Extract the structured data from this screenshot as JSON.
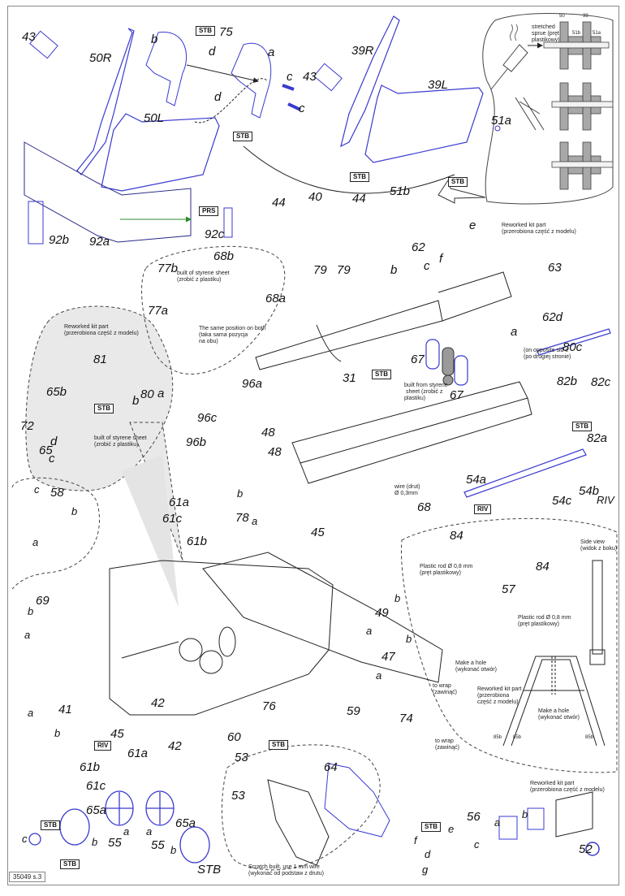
{
  "document": {
    "page_id": "35049 s.3",
    "colors": {
      "part_blue": "#3a3ad0",
      "line": "#222222",
      "shade": "#e9e9e9",
      "green_arrow": "#2a8a2a",
      "grey_part": "#9a9a9a"
    }
  },
  "tags": {
    "stb": "STB",
    "riv": "RIV",
    "prs": "PRS"
  },
  "labels": {
    "p43a": "43",
    "p50R": "50R",
    "p50L": "50L",
    "p75": "75",
    "pb1": "b",
    "pd1": "d",
    "pd2": "d",
    "pa1": "a",
    "pc1": "c",
    "pc2": "c",
    "p92a": "92a",
    "p92b": "92b",
    "p92c": "92c",
    "p39R": "39R",
    "p39L": "39L",
    "p43b": "43",
    "p44a": "44",
    "p44b": "44",
    "p40": "40",
    "p51a": "51a",
    "p51b": "51b",
    "p68b": "68b",
    "p68a": "68a",
    "p77b": "77b",
    "p77a": "77a",
    "p79a": "79",
    "p79b": "79",
    "p62": "62",
    "p62b": "b",
    "p62c": "c",
    "p62f": "f",
    "p62e": "e",
    "p63": "63",
    "p62d": "62d",
    "p62a": "a",
    "p81": "81",
    "p80": "80",
    "p80a": "a",
    "p80b": "b",
    "p65b": "65b",
    "p72": "72",
    "p65": "65",
    "p65d": "d",
    "p65c": "c",
    "p96a": "96a",
    "p96c": "96c",
    "p96b": "96b",
    "p48a": "48",
    "p48b": "48",
    "p31": "31",
    "p67a": "67",
    "p67b": "67",
    "p80c": "80c",
    "p82b": "82b",
    "p82c": "82c",
    "p82a": "82a",
    "p54a": "54a",
    "p54b": "54b",
    "p54c": "54c",
    "p68": "68",
    "p58": "58",
    "p58c": "c",
    "p58b": "b",
    "p58a": "a",
    "p69": "69",
    "p69b": "b",
    "p69a": "a",
    "p61a": "61a",
    "p61c": "61c",
    "p61b": "61b",
    "p78": "78",
    "p78b": "b",
    "p78a": "a",
    "p45a": "45",
    "p84a": "84",
    "p84b": "84",
    "p57": "57",
    "p49": "49",
    "p49a": "a",
    "p49b": "b",
    "p47": "47",
    "p47a": "a",
    "p47b": "b",
    "p41": "41",
    "p41a": "a",
    "p41b": "b",
    "p42a": "42",
    "p42b": "42",
    "p45b": "45",
    "p61a2": "61a",
    "p61b2": "61b",
    "p61c2": "61c",
    "p76": "76",
    "p60": "60",
    "p59": "59",
    "p74": "74",
    "p65a1": "65a",
    "p65a2": "65a",
    "p55a": "55",
    "p55b": "55",
    "p55a_a": "a",
    "p55a_b": "b",
    "p55b_a": "a",
    "p55b_b": "b",
    "p55c": "c",
    "p53a": "53",
    "p53b": "53",
    "p64": "64",
    "p56": "56",
    "p56a": "a",
    "p56b": "b",
    "p56c": "c",
    "p56d": "d",
    "p56e": "e",
    "p56f": "f",
    "p56g": "g",
    "p52": "52",
    "stb_italic": "STB"
  },
  "notes": {
    "sprue": "stretched\nsprue (pręt\nplastikowy)",
    "dia_50": "50",
    "dia_39": "39",
    "dia_51b": "51b",
    "dia_51a": "51a",
    "reworked_top": "Reworked kit part\n(przerobiona część z modelu)",
    "reworked_left": "Reworked kit part\n(przerobiona część z modelu)",
    "styrene_77": "built of styrene sheet\n(zrobić z plastiku)",
    "same_position": "The same position on both\n(taka sama pozycja\nna obu)",
    "styrene_65": "built of styrene sheet\n(zrobić z plastiku)",
    "styrene_67": "built from styrene\n sheet (zrobić z\nplastiku)",
    "opposite_side": "(on opposite sid e\n(po drugiej stronie)",
    "wire": "wire (drut)\nØ 0,3mm",
    "plastic_rod_1": "Plastic rod Ø 0,8 mm\n(pręt plastikowy)",
    "plastic_rod_2": "Plastic rod Ø 0,8 mm\n(pręt plastikowy)",
    "side_view": "Side view\n(widok z boku)",
    "make_hole_1": "Make a hole\n(wykonać otwór)",
    "make_hole_2": "Make a hole\n(wykonać otwór)",
    "reworked_right": "Reworked kit part\n(przerobiona\nczęść z modelu)",
    "to_wrap_1": "to wrap\n(zawinąć)",
    "to_wrap_2": "to wrap\n(zawinąć)",
    "scratch_built": "Scratch built, use 1 mm wire\n(wykonać od podstaw z drutu)",
    "reworked_bottom": "Reworked kit part\n(przerobiona część z modelu)",
    "p85b_1": "85b",
    "p85b_2": "85b",
    "p85b_3": "85b"
  }
}
